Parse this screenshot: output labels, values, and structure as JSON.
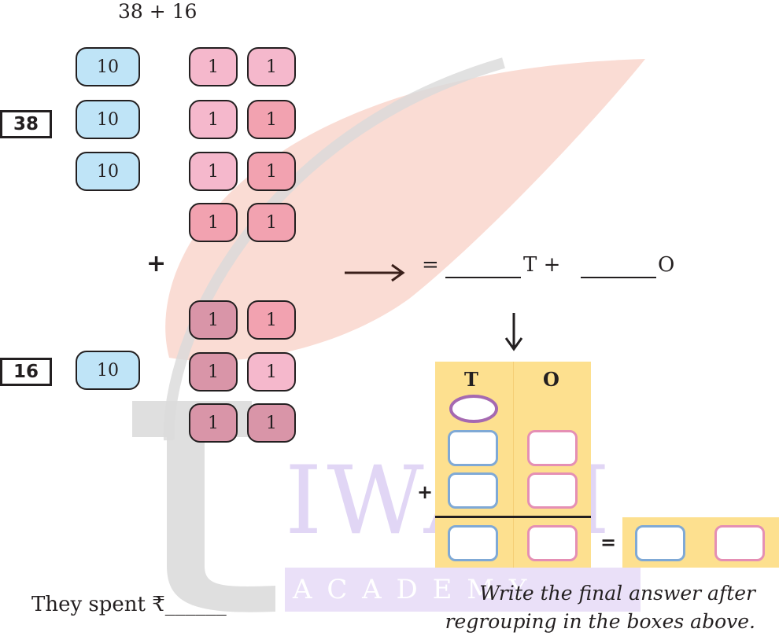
{
  "problem": {
    "expression": "38 + 16"
  },
  "first_number": {
    "label": "38",
    "tens": [
      "10",
      "10",
      "10"
    ],
    "ones": [
      "1",
      "1",
      "1",
      "1",
      "1",
      "1",
      "1",
      "1"
    ]
  },
  "second_number": {
    "label": "16",
    "tens": [
      "10"
    ],
    "ones": [
      "1",
      "1",
      "1",
      "1",
      "1",
      "1"
    ]
  },
  "operator": "+",
  "equation": {
    "equals": "=",
    "tens_suffix": "T +",
    "ones_suffix": "O"
  },
  "place_value_table": {
    "tens_header": "T",
    "ones_header": "O",
    "plus_sign": "+",
    "equals_sign": "="
  },
  "caption": {
    "line1": "Write the final answer after",
    "line2": "regrouping in the boxes above."
  },
  "footer": {
    "text": "They spent ₹______"
  },
  "watermark": {
    "text": "IWARI",
    "subtext": "A C A D E M Y"
  },
  "colors": {
    "ten_block": "#bfe4f7",
    "one_block": "#f5b8cc",
    "table_bg": "#fde08f",
    "tens_box": "#7fa9d6",
    "ones_box": "#e58fb4",
    "carry_oval": "#a569b1"
  }
}
